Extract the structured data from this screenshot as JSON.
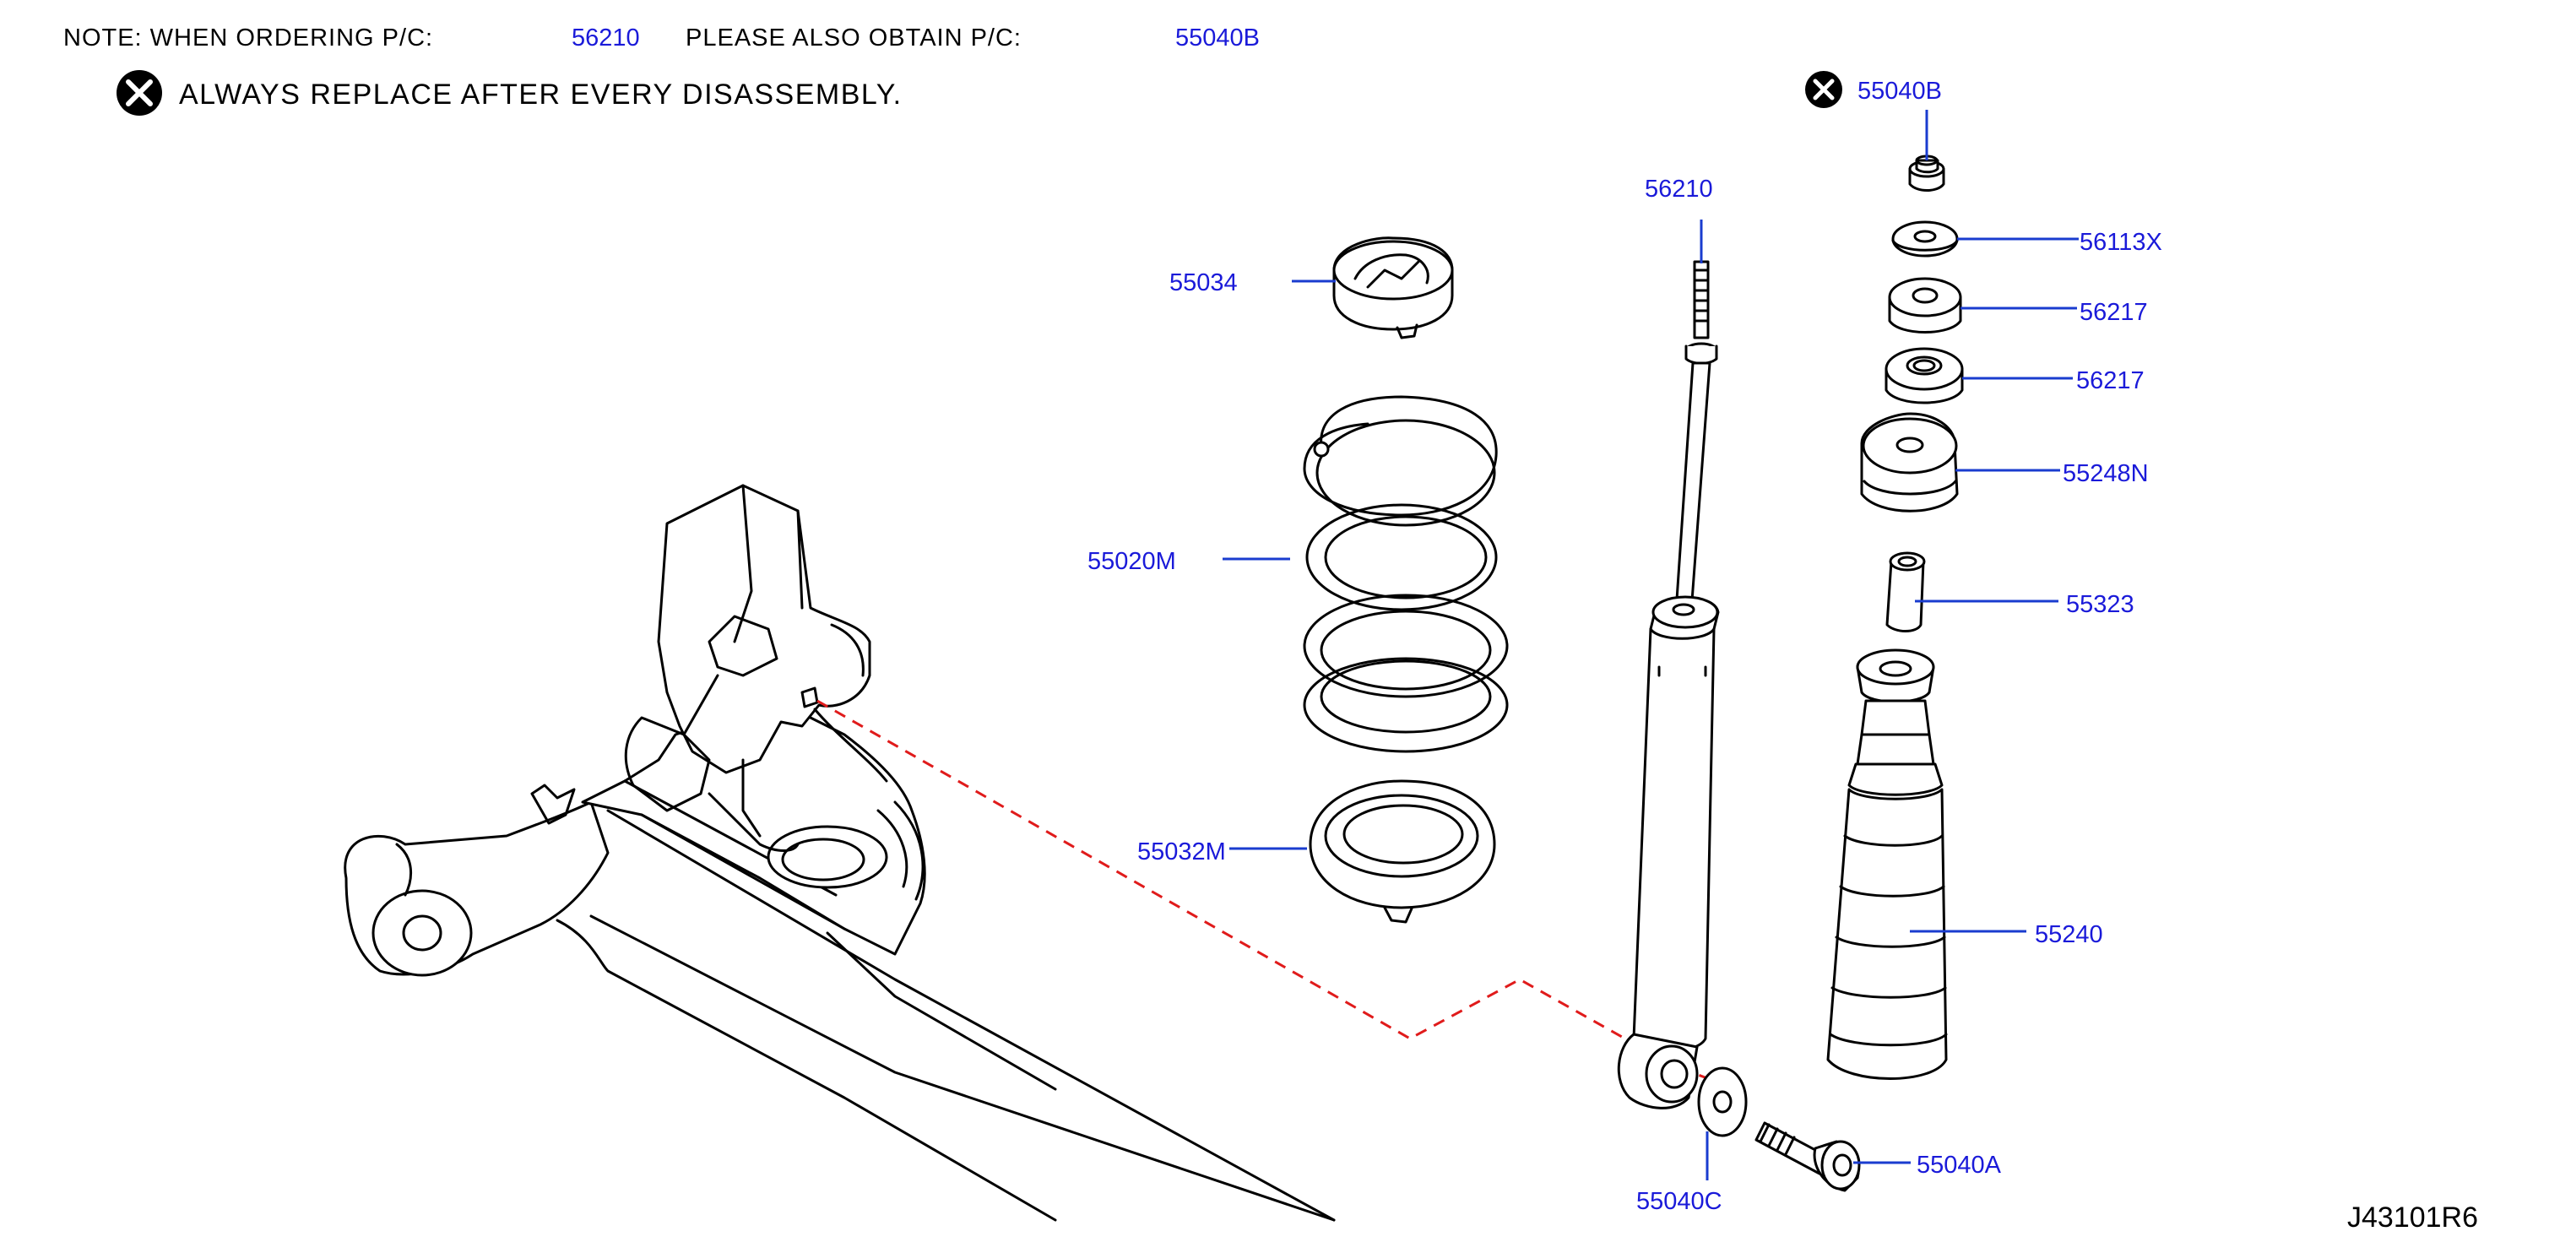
{
  "note": {
    "prefix": "NOTE:   WHEN   ORDERING   P/C:",
    "part1": "56210",
    "middle": "PLEASE   ALSO   OBTAIN   P/C:",
    "part2": "55040B"
  },
  "warning": {
    "icon": "x-circle-icon",
    "text": "ALWAYS   REPLACE   AFTER   EVERY   DISASSEMBLY."
  },
  "parts": {
    "p55040B": "55040B",
    "p56210": "56210",
    "p55034": "55034",
    "p56113X": "56113X",
    "p56217a": "56217",
    "p56217b": "56217",
    "p55248N": "55248N",
    "p55020M": "55020M",
    "p55323": "55323",
    "p55032M": "55032M",
    "p55240": "55240",
    "p55040A": "55040A",
    "p55040C": "55040C"
  },
  "diagram_code": "J43101R6",
  "colors": {
    "label": "#1a1ad9",
    "leader": "#1a3ccf",
    "dashed_line": "#e01b1b",
    "line_art": "#000000"
  }
}
